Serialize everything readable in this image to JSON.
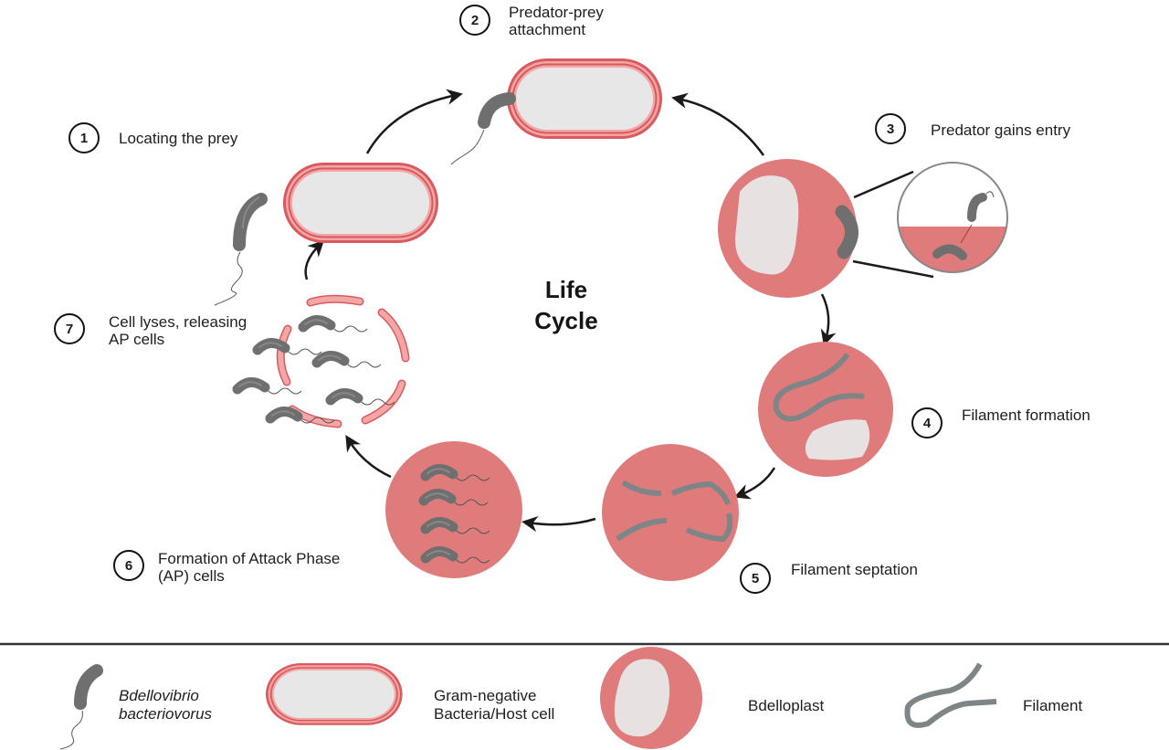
{
  "title": "Life Cycle",
  "title_lines": [
    "Life",
    "Cycle"
  ],
  "colors": {
    "cell_membrane": "#d95a5e",
    "cell_membrane_light": "#f2a7a6",
    "cell_interior": "#e7e7e7",
    "bdelloplast": "#e07b7b",
    "bdelloplast_interior": "#e8e1e1",
    "predator": "#7c7c7c",
    "filament": "#7e8587",
    "arrow": "#1a1a1a"
  },
  "steps": [
    {
      "number": "1",
      "label_lines": [
        "Locating the prey"
      ]
    },
    {
      "number": "2",
      "label_lines": [
        "Predator-prey",
        "attachment"
      ]
    },
    {
      "number": "3",
      "label_lines": [
        "Predator gains entry"
      ]
    },
    {
      "number": "4",
      "label_lines": [
        "Filament formation"
      ]
    },
    {
      "number": "5",
      "label_lines": [
        "Filament septation"
      ]
    },
    {
      "number": "6",
      "label_lines": [
        "Formation of Attack Phase",
        "(AP) cells"
      ]
    },
    {
      "number": "7",
      "label_lines": [
        "Cell lyses, releasing",
        "AP cells"
      ]
    }
  ],
  "legend": [
    {
      "icon": "bdellovibrio-icon",
      "label_lines": [
        "Bdellovibrio",
        "bacteriovorus"
      ],
      "italic": true
    },
    {
      "icon": "gram-negative-cell-icon",
      "label_lines": [
        "Gram-negative",
        "Bacteria/Host cell"
      ],
      "italic": false
    },
    {
      "icon": "bdelloplast-icon",
      "label_lines": [
        "Bdelloplast"
      ],
      "italic": false
    },
    {
      "icon": "filament-icon",
      "label_lines": [
        "Filament"
      ],
      "italic": false
    }
  ]
}
